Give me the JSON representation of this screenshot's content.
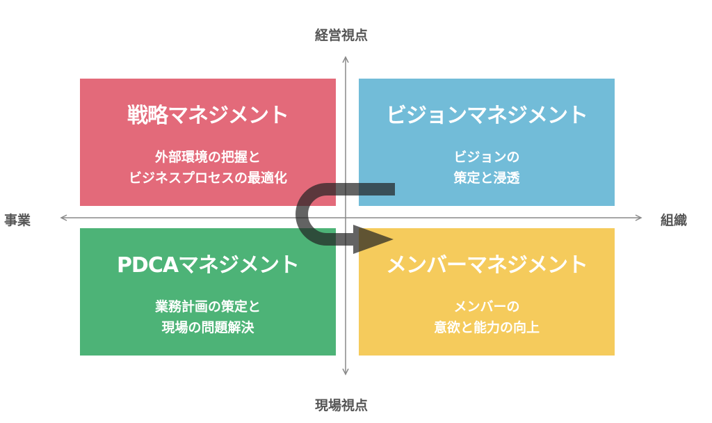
{
  "axes": {
    "top": "経営視点",
    "bottom": "現場視点",
    "left": "事業",
    "right": "組織"
  },
  "quadrants": [
    {
      "title": "戦略マネジメント",
      "desc1": "外部環境の把握と",
      "desc2": "ビジネスプロセスの最適化",
      "color": "#e36a7a"
    },
    {
      "title": "ビジョンマネジメント",
      "desc1": "ビジョンの",
      "desc2": "策定と浸透",
      "color": "#72bcd8"
    },
    {
      "title": "PDCAマネジメント",
      "desc1": "業務計画の策定と",
      "desc2": "現場の問題解決",
      "color": "#4db377"
    },
    {
      "title": "メンバーマネジメント",
      "desc1": "メンバーの",
      "desc2": "意欲と能力の向上",
      "color": "#f5cb5c"
    }
  ]
}
